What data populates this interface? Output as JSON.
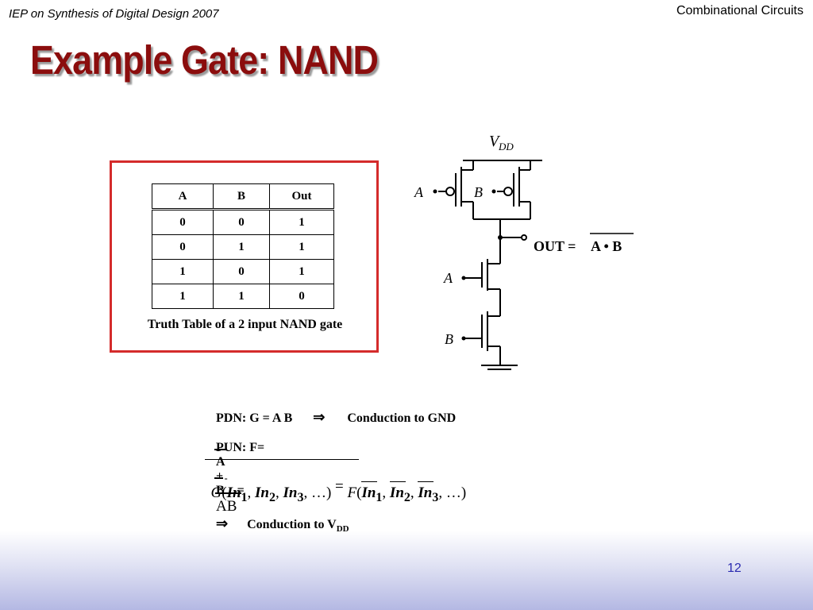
{
  "header": {
    "left_text": "IEP on Synthesis of Digital Design 2007",
    "right_text": "Combinational Circuits"
  },
  "slide": {
    "title": "Example Gate: NAND",
    "page_number": "12"
  },
  "truth_table": {
    "headers": [
      "A",
      "B",
      "Out"
    ],
    "rows": [
      [
        "0",
        "0",
        "1"
      ],
      [
        "0",
        "1",
        "1"
      ],
      [
        "1",
        "0",
        "1"
      ],
      [
        "1",
        "1",
        "0"
      ]
    ],
    "caption": "Truth Table of a 2 input NAND gate"
  },
  "circuit": {
    "vdd_label": "V",
    "vdd_subscript": "DD",
    "pmos_a_label": "A",
    "pmos_b_label": "B",
    "nmos_a_label": "A",
    "nmos_b_label": "B",
    "out_label": "OUT =",
    "out_expr": "A • B"
  },
  "equations": {
    "pdn_prefix": "PDN: G = A B",
    "pdn_arrow": "⇒",
    "pdn_text": "Conduction to GND",
    "pun_prefix": "PUN: F=",
    "pun_a": "A",
    "pun_plus": "+",
    "pun_b": "B",
    "pun_equals": "=",
    "pun_ab": "AB",
    "pun_arrow": "⇒",
    "pun_text": "Conduction to V",
    "pun_sub": "DD",
    "dual_g": "G",
    "dual_in": "In",
    "dual_sub1": "1",
    "dual_sub2": "2",
    "dual_sub3": "3",
    "dual_ellipsis": "…",
    "dual_equals": "=",
    "dual_f": "F"
  }
}
